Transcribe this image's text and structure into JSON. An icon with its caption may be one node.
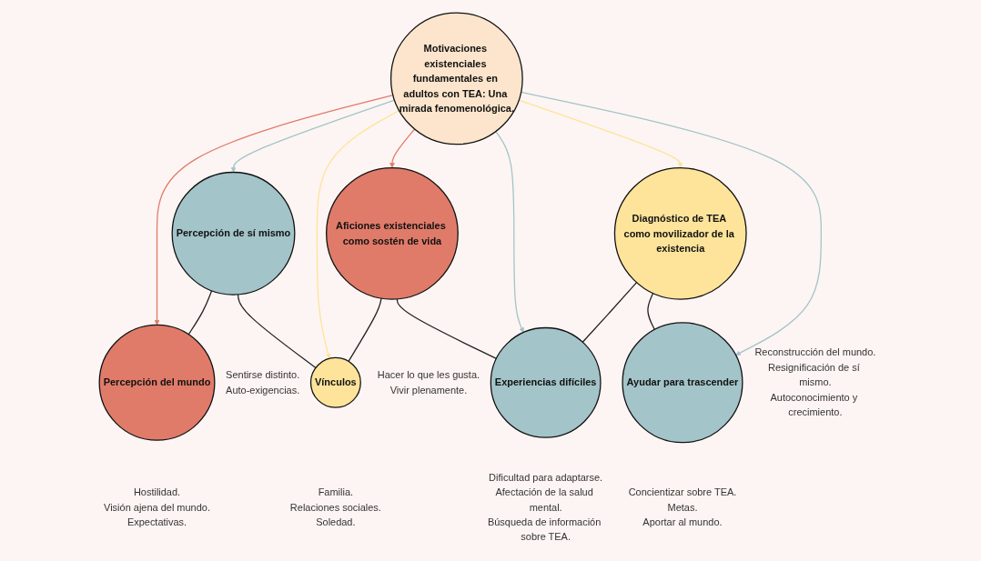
{
  "diagram": {
    "nodes": [
      {
        "text": [
          "Motivaciones existenciales fundamentales en adultos con TEA: Una mirada fenomenológica."
        ]
      },
      {
        "text": [
          "Percepción del mundo"
        ],
        "beside": [
          "Hostilidad.",
          "Visión ajena del mundo.",
          "Expectativas."
        ]
      },
      {
        "text": [
          "Percepción de sí mismo"
        ],
        "beside": [
          "Sentirse distinto.",
          "Auto-exigencias."
        ]
      },
      {
        "text": [
          "Vínculos"
        ],
        "beside": [
          "Familia.",
          "Relaciones sociales.",
          "Soledad."
        ]
      },
      {
        "text": [
          "Aficiones existenciales como sostén de vida"
        ],
        "beside": [
          "Hacer lo que les gusta.",
          "Vivir plenamente."
        ]
      },
      {
        "text": [
          "Experiencias difíciles"
        ],
        "beside": [
          "Dificultad para adaptarse.",
          "Afectación de la salud mental.",
          "Búsqueda de información sobre TEA."
        ]
      },
      {
        "text": [
          "Diagnóstico de TEA como movilizador de la existencia"
        ],
        "beside": [
          "Reconstrucción del mundo.",
          "Resignificación de sí mismo.",
          "Autoconocimiento y crecimiento."
        ]
      },
      {
        "text": [
          "Ayudar para trascender"
        ],
        "beside": [
          "Concientizar sobre TEA.",
          "Metas.",
          "Aportar al mundo."
        ]
      }
    ],
    "edges": [
      {
        "from": 0,
        "to": 1,
        "arrow": "to",
        "color": "#e07b6a"
      },
      {
        "from": 0,
        "to": 2,
        "arrow": "to",
        "color": "#a3c4c9"
      },
      {
        "from": 0,
        "to": 3,
        "arrow": "to",
        "color": "#fde49a"
      },
      {
        "from": 0,
        "to": 4,
        "arrow": "to",
        "color": "#e07b6a"
      },
      {
        "from": 0,
        "to": 5,
        "arrow": "to",
        "color": "#a3c4c9"
      },
      {
        "from": 0,
        "to": 6,
        "arrow": "to",
        "color": "#fde49a"
      },
      {
        "from": 0,
        "to": 7,
        "arrow": "to",
        "color": "#a3c4c9"
      },
      {
        "from": 2,
        "to": 1,
        "arrow": "none"
      },
      {
        "from": 2,
        "to": 3,
        "arrow": "none"
      },
      {
        "from": 4,
        "to": 3,
        "arrow": "none"
      },
      {
        "from": 4,
        "to": 5,
        "arrow": "none"
      },
      {
        "from": 6,
        "to": 5,
        "arrow": "none"
      },
      {
        "from": 6,
        "to": 7,
        "arrow": "none"
      }
    ]
  }
}
